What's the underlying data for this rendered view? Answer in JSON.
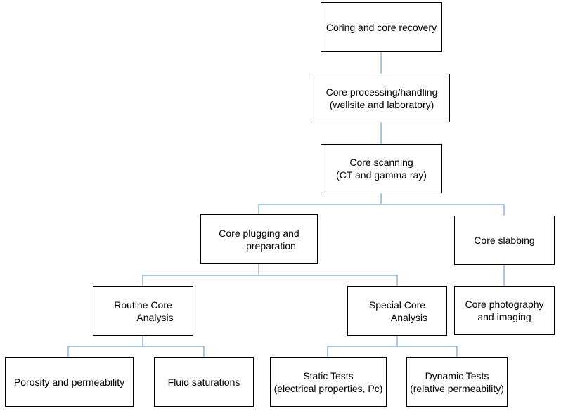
{
  "colors": {
    "connector": "#5b8fc9",
    "box_border": "#000000",
    "background": "#ffffff"
  },
  "nodes": {
    "coring": {
      "line1": "Coring and core recovery"
    },
    "processing": {
      "line1": "Core processing/handling",
      "line2": "(wellsite and laboratory)"
    },
    "scanning": {
      "line1": "Core scanning",
      "line2": "(CT and gamma ray)"
    },
    "plugging": {
      "line1": "Core plugging and",
      "line2": "preparation"
    },
    "slabbing": {
      "line1": "Core slabbing"
    },
    "routine": {
      "line1": "Routine Core",
      "line2": "Analysis"
    },
    "special": {
      "line1": "Special Core",
      "line2": "Analysis"
    },
    "photography": {
      "line1": "Core photography",
      "line2": "and imaging"
    },
    "porosity": {
      "line1": "Porosity and permeability"
    },
    "fluid": {
      "line1": "Fluid saturations"
    },
    "static": {
      "line1": "Static Tests",
      "line2": "(electrical properties, Pc)"
    },
    "dynamic": {
      "line1": "Dynamic Tests",
      "line2": "(relative permeability)"
    }
  }
}
